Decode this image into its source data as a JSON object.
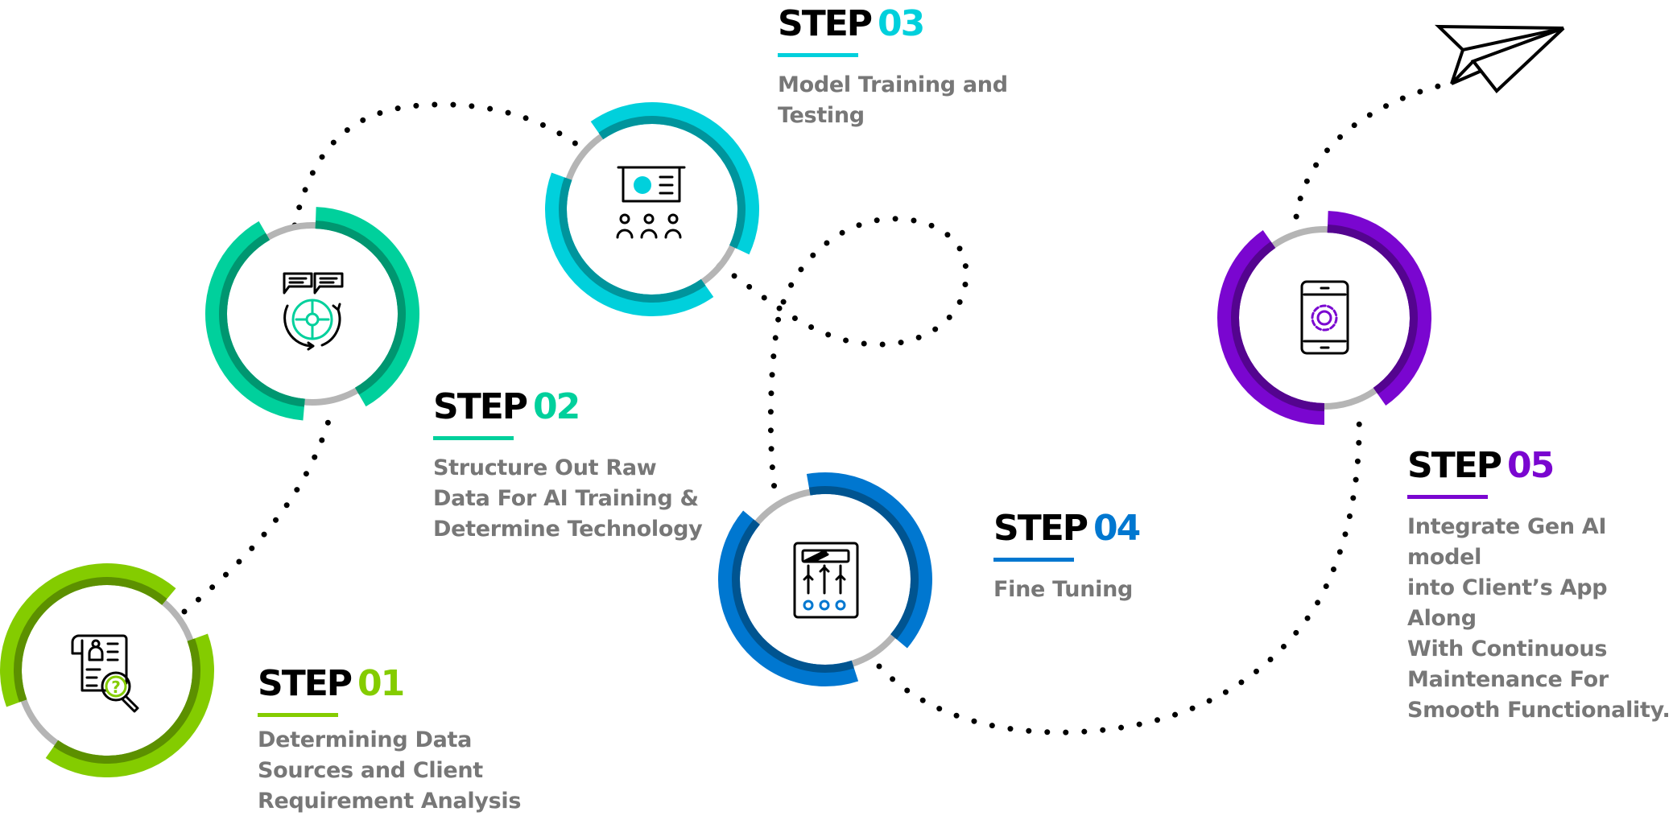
{
  "title": "Generative AI Development Process",
  "colors": {
    "path_dot": "#000000",
    "gap_ring": "#b5b5b5",
    "desc_text": "#777777"
  },
  "steps": [
    {
      "word": "STEP",
      "number": "01",
      "description": "Determining Data\nSources and Client\nRequirement Analysis",
      "icon": "document-search-icon",
      "color": "#84cc00",
      "dark_color": "#5c9000"
    },
    {
      "word": "STEP",
      "number": "02",
      "description": "Structure Out Raw\nData For AI Training &\nDetermine Technology",
      "icon": "brain-cycle-icon",
      "color": "#00d09c",
      "dark_color": "#009670"
    },
    {
      "word": "STEP",
      "number": "03",
      "description": "Model Training and\nTesting",
      "icon": "presentation-icon",
      "color": "#00d0dc",
      "dark_color": "#00949c"
    },
    {
      "word": "STEP",
      "number": "04",
      "description": "Fine Tuning",
      "icon": "tuning-panel-icon",
      "color": "#0077d0",
      "dark_color": "#005490"
    },
    {
      "word": "STEP",
      "number": "05",
      "description": "Integrate Gen AI model\ninto Client’s App Along\nWith Continuous\nMaintenance For\nSmooth Functionality.",
      "icon": "mobile-gear-icon",
      "color": "#7a06d0",
      "dark_color": "#54048f"
    }
  ],
  "end_icon": "paper-plane-icon"
}
